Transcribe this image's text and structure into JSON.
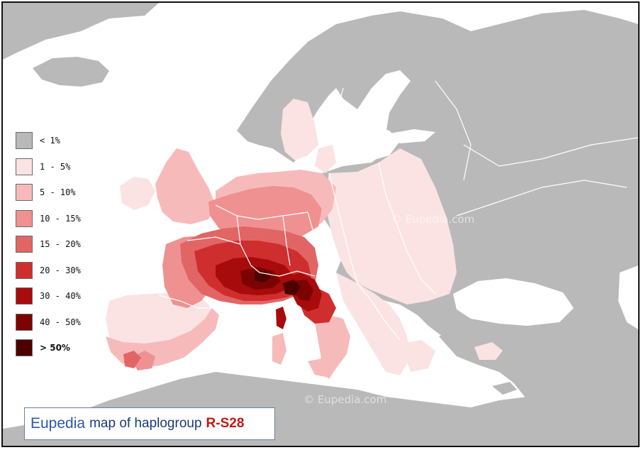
{
  "map": {
    "colors": {
      "water": "#ffffff",
      "land_none": "#b9b9b9",
      "border": "#ffffff",
      "bins": [
        "#b9b9b9",
        "#fbe3e3",
        "#f7baba",
        "#ef9191",
        "#e26565",
        "#cf2e2e",
        "#a80b0b",
        "#7c0303",
        "#4c0000"
      ]
    },
    "legend": [
      {
        "label": "< 1%",
        "color": "#b9b9b9"
      },
      {
        "label": "1 - 5%",
        "color": "#fbe3e3"
      },
      {
        "label": "5 - 10%",
        "color": "#f7baba"
      },
      {
        "label": "10 - 15%",
        "color": "#ef9191"
      },
      {
        "label": "15 - 20%",
        "color": "#e26565"
      },
      {
        "label": "20 - 30%",
        "color": "#cf2e2e"
      },
      {
        "label": "30 - 40%",
        "color": "#a80b0b"
      },
      {
        "label": "40 - 50%",
        "color": "#7c0303"
      },
      {
        "label": "> 50%",
        "color": "#4c0000"
      }
    ],
    "watermarks": [
      "© Eupedia.com",
      "© Eupedia.com"
    ],
    "title": {
      "brand": "Eupedia",
      "text": "map of haplogroup",
      "haplogroup": "R-S28"
    }
  }
}
